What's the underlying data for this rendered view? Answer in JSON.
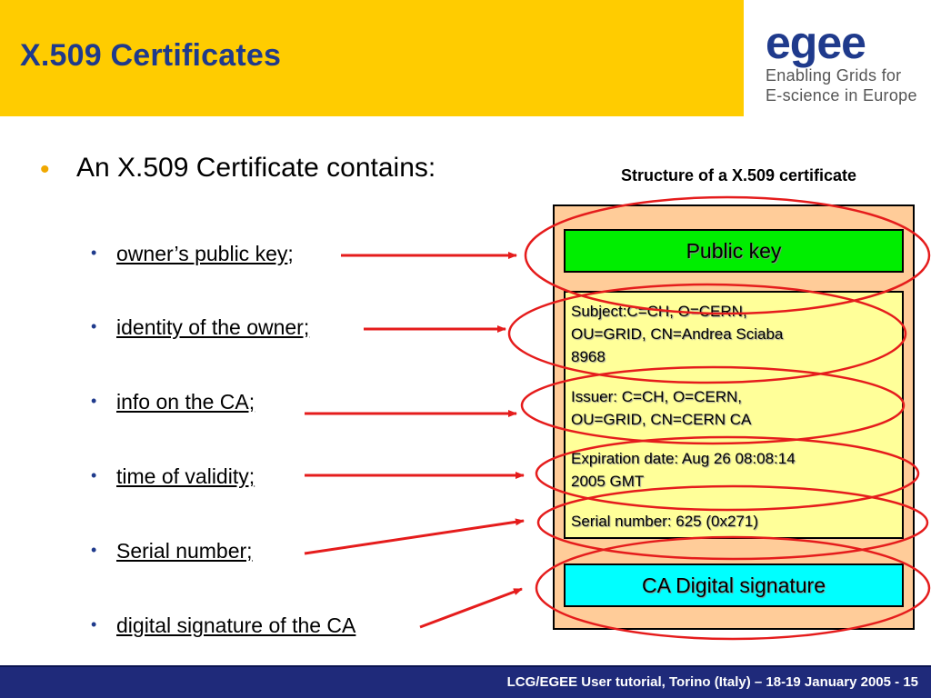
{
  "header": {
    "title": "X.509 Certificates",
    "logo": {
      "wordmark": "egee",
      "line1": "Enabling Grids for",
      "line2": "E-science in Europe"
    }
  },
  "content": {
    "main_bullet": "An X.509 Certificate contains:",
    "sub_items": [
      {
        "text": "owner’s public key",
        "suffix": ";"
      },
      {
        "text": "identity of the owner;",
        "suffix": ""
      },
      {
        "text": "info on the CA;",
        "suffix": ""
      },
      {
        "text": "time of validity;",
        "suffix": ""
      },
      {
        "text": "Serial number;",
        "suffix": ""
      },
      {
        "text": "digital signature of the CA",
        "suffix": ""
      }
    ]
  },
  "figure": {
    "title": "Structure of a X.509 certificate",
    "public_key": "Public key",
    "subject": [
      "Subject:C=CH, O=CERN,",
      "OU=GRID, CN=Andrea Sciaba",
      "8968"
    ],
    "issuer": [
      "Issuer: C=CH, O=CERN,",
      "OU=GRID, CN=CERN CA"
    ],
    "expiration": [
      "Expiration date: Aug 26 08:08:14",
      "2005 GMT"
    ],
    "serial": "Serial number: 625 (0x271)",
    "signature": "CA Digital signature"
  },
  "colors": {
    "header_band": "#ffcc00",
    "title_text": "#1f3a8c",
    "footer_band": "#1f2a7a",
    "arrows_and_ellipses": "#e51c1c",
    "public_key_box": "#00ee00",
    "info_box": "#ffff99",
    "signature_box": "#00ffff",
    "certificate_body": "#ffcc99"
  },
  "footer": {
    "text": "LCG/EGEE User tutorial, Torino (Italy) – 18-19 January 2005 - 15"
  }
}
